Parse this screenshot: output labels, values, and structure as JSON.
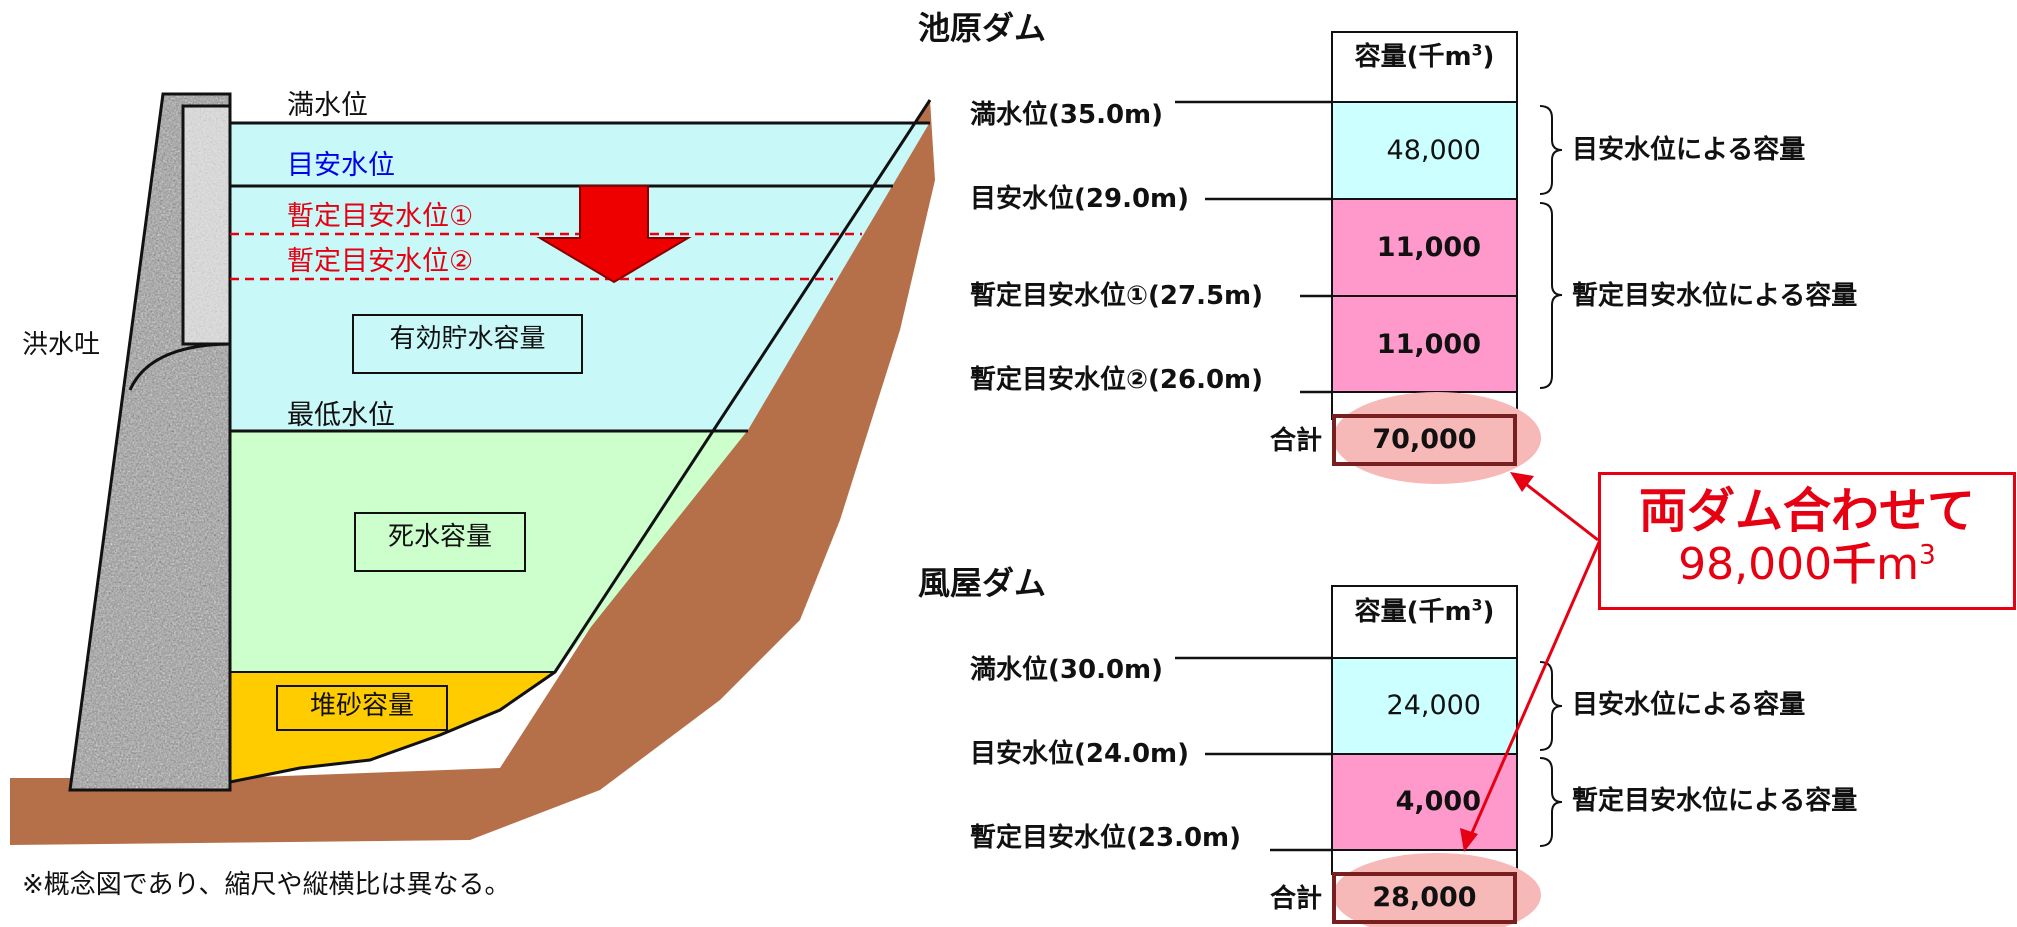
{
  "diagram": {
    "labels": {
      "full_level": "満水位",
      "target_level": "目安水位",
      "provisional_1": "暫定目安水位①",
      "provisional_2": "暫定目安水位②",
      "spillway": "洪水吐",
      "min_level": "最低水位"
    },
    "boxes": {
      "effective": "有効貯水容量",
      "dead": "死水容量",
      "sediment": "堆砂容量"
    },
    "note": "※概念図であり、縮尺や縦横比は異なる。"
  },
  "ikehara": {
    "title": "池原ダム",
    "header": "容量(千m",
    "header_sup": "3",
    "header_close": ")",
    "levels": [
      "満水位(35.0m)",
      "目安水位(29.0m)",
      "暫定目安水位①(27.5m)",
      "暫定目安水位②(26.0m)"
    ],
    "cells": [
      "48,000",
      "11,000",
      "11,000"
    ],
    "bracket_target": "目安水位による容量",
    "bracket_provisional": "暫定目安水位による容量",
    "total_label": "合計",
    "total_value": "70,000"
  },
  "kazaya": {
    "title": "風屋ダム",
    "header": "容量(千m",
    "header_sup": "3",
    "header_close": ")",
    "levels": [
      "満水位(30.0m)",
      "目安水位(24.0m)",
      "暫定目安水位(23.0m)"
    ],
    "cells": [
      "24,000",
      "4,000"
    ],
    "bracket_target": "目安水位による容量",
    "bracket_provisional": "暫定目安水位による容量",
    "total_label": "合計",
    "total_value": "28,000"
  },
  "callout": {
    "line1": "両ダム合わせて",
    "line2_num": "98,000",
    "line2_unit_bold": "千",
    "line2_unit": "m",
    "line2_sup": "3"
  },
  "colors": {
    "water_light": "#c8f8f8",
    "dead_green": "#ccffcc",
    "sediment": "#ffcc00",
    "earth": "#b5704a",
    "pink_cell": "#ff99cc",
    "cyan_cell": "#ccffff",
    "accent_red": "#e60012",
    "blue_label": "#0000ee",
    "oval_pink": "#f7b8b8"
  }
}
